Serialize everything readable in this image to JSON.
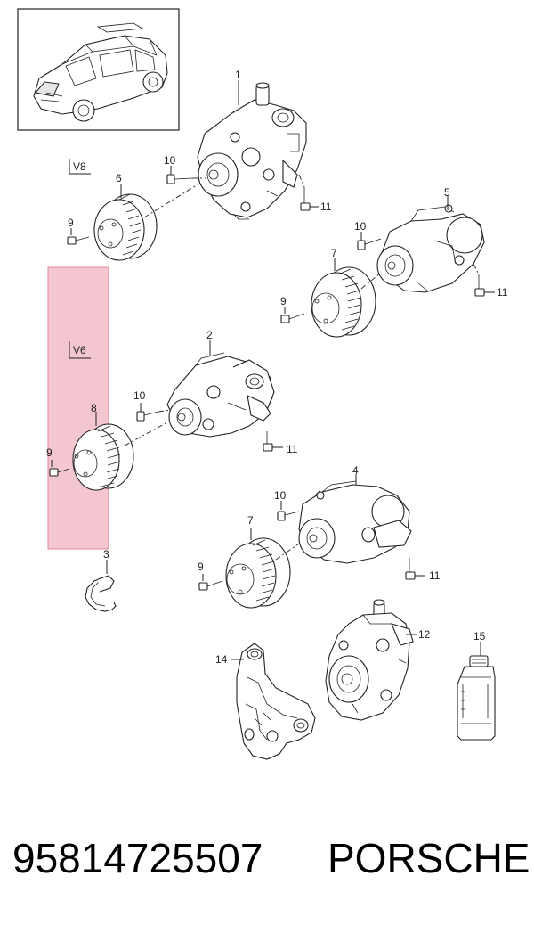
{
  "variants": {
    "v8": "V8",
    "v6": "V6"
  },
  "callouts": {
    "c1": "1",
    "c2": "2",
    "c3": "3",
    "c4": "4",
    "c5": "5",
    "c6": "6",
    "c7a": "7",
    "c7b": "7",
    "c8": "8",
    "c9a": "9",
    "c9b": "9",
    "c9c": "9",
    "c9d": "9",
    "c10a": "10",
    "c10b": "10",
    "c10c": "10",
    "c10d": "10",
    "c11a": "11",
    "c11b": "11",
    "c11c": "11",
    "c11d": "11",
    "c12": "12",
    "c14": "14",
    "c15": "15"
  },
  "highlight_color": "#f4c6cf",
  "highlight_border": "#e08a9a",
  "footer": {
    "part_number": "95814725507",
    "brand": "PORSCHE"
  }
}
